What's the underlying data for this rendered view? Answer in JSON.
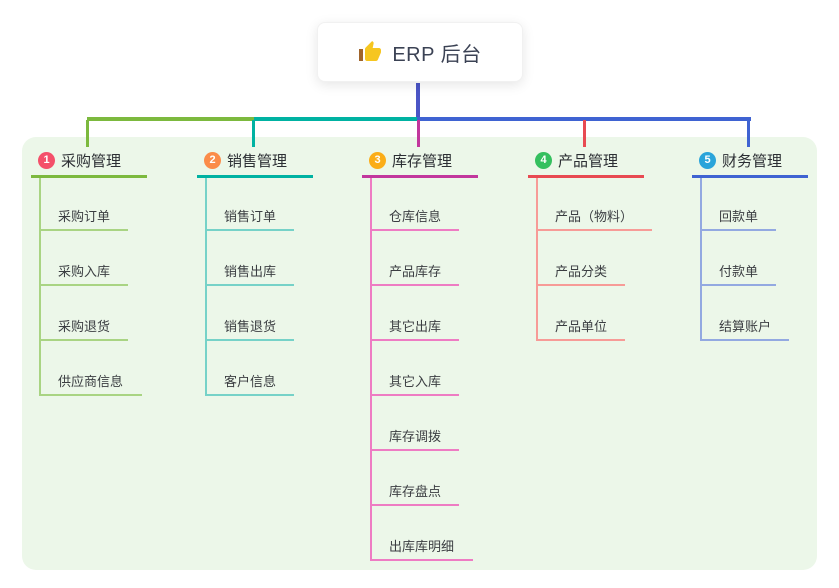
{
  "root": {
    "title": "ERP 后台",
    "icon": "thumbs-up-icon"
  },
  "connectors": {
    "root_line_color": "#4b55c6"
  },
  "branches": [
    {
      "num": "1",
      "label": "采购管理",
      "badge_color": "#f4506a",
      "line_color": "#7cb93e",
      "light_color": "#a9d483",
      "children": [
        "采购订单",
        "采购入库",
        "采购退货",
        "供应商信息"
      ]
    },
    {
      "num": "2",
      "label": "销售管理",
      "badge_color": "#fb8c49",
      "line_color": "#00b2a2",
      "light_color": "#76d2c8",
      "children": [
        "销售订单",
        "销售出库",
        "销售退货",
        "客户信息"
      ]
    },
    {
      "num": "3",
      "label": "库存管理",
      "badge_color": "#fbad18",
      "line_color": "#c2379d",
      "light_color": "#ee7cc3",
      "children": [
        "仓库信息",
        "产品库存",
        "其它出库",
        "其它入库",
        "库存调拨",
        "库存盘点",
        "出库库明细"
      ]
    },
    {
      "num": "4",
      "label": "产品管理",
      "badge_color": "#35c05f",
      "line_color": "#e84a52",
      "light_color": "#f79b97",
      "children": [
        "产品（物料）",
        "产品分类",
        "产品单位"
      ]
    },
    {
      "num": "5",
      "label": "财务管理",
      "badge_color": "#2aa4da",
      "line_color": "#3f63d2",
      "light_color": "#93a9e1",
      "children": [
        "回款单",
        "付款单",
        "结算账户"
      ]
    }
  ]
}
